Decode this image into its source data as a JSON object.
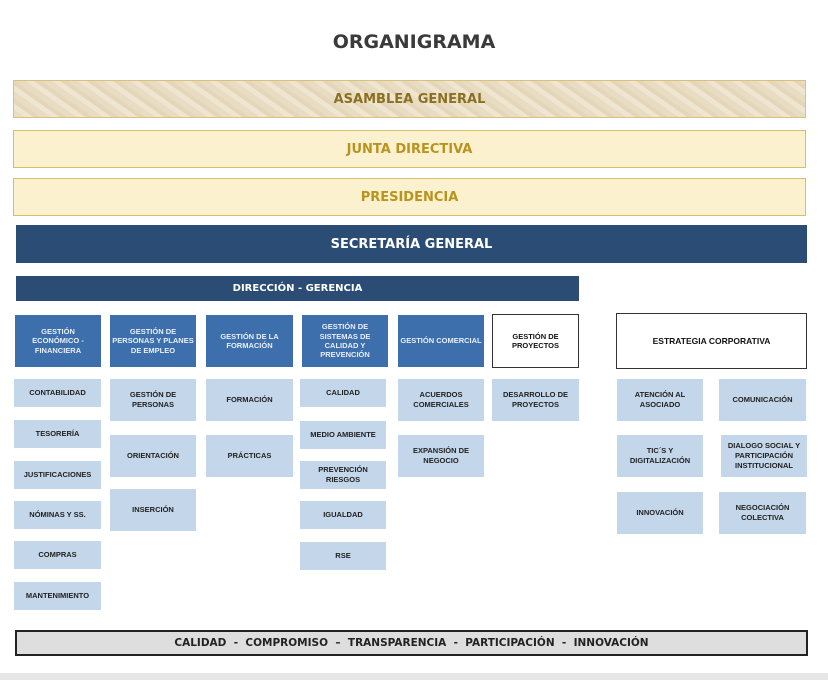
{
  "title": "ORGANIGRAMA",
  "bands": {
    "asamblea": "ASAMBLEA GENERAL",
    "junta": "JUNTA DIRECTIVA",
    "presidencia": "PRESIDENCIA",
    "secretaria": "SECRETARÍA GENERAL",
    "direccion": "DIRECCIÓN - GERENCIA"
  },
  "columns": [
    {
      "header": "GESTIÓN ECONÓMICO - FINANCIERA",
      "items": [
        "CONTABILIDAD",
        "TESORERÍA",
        "JUSTIFICACIONES",
        "NÓMINAS Y SS.",
        "COMPRAS",
        "MANTENIMIENTO"
      ]
    },
    {
      "header": "GESTIÓN DE PERSONAS Y PLANES DE EMPLEO",
      "items": [
        "GESTIÓN DE PERSONAS",
        "ORIENTACIÓN",
        "INSERCIÓN"
      ]
    },
    {
      "header": "GESTIÓN DE LA FORMACIÓN",
      "items": [
        "FORMACIÓN",
        "PRÁCTICAS"
      ]
    },
    {
      "header": "GESTIÓN DE SISTEMAS DE CALIDAD Y PREVENCIÓN",
      "items": [
        "CALIDAD",
        "MEDIO AMBIENTE",
        "PREVENCIÓN RIESGOS",
        "IGUALDAD",
        "RSE"
      ]
    },
    {
      "header": "GESTIÓN COMERCIAL",
      "items": [
        "ACUERDOS COMERCIALES",
        "EXPANSIÓN DE NEGOCIO"
      ]
    },
    {
      "header": "GESTIÓN DE PROYECTOS",
      "items": [
        "DESARROLLO DE PROYECTOS"
      ]
    }
  ],
  "estrategia": {
    "header": "ESTRATEGIA CORPORATIVA",
    "left": [
      "ATENCIÓN AL ASOCIADO",
      "TIC´S Y DIGITALIZACIÓN",
      "INNOVACIÓN"
    ],
    "right": [
      "COMUNICACIÓN",
      "DIALOGO SOCIAL Y PARTICIPACIÓN INSTITUCIONAL",
      "NEGOCIACIÓN COLECTIVA"
    ]
  },
  "values": [
    "CALIDAD",
    "  -  ",
    "COMPROMISO",
    "  –  ",
    "TRANSPARENCIA",
    "  -  ",
    "PARTICIPACIÓN",
    "  -  ",
    "INNOVACIÓN"
  ],
  "colors": {
    "navy": "#2b4d75",
    "blue": "#3d6fad",
    "light": "#c3d6ea",
    "cream": "#fcf1cf",
    "gold": "#b8941f"
  }
}
